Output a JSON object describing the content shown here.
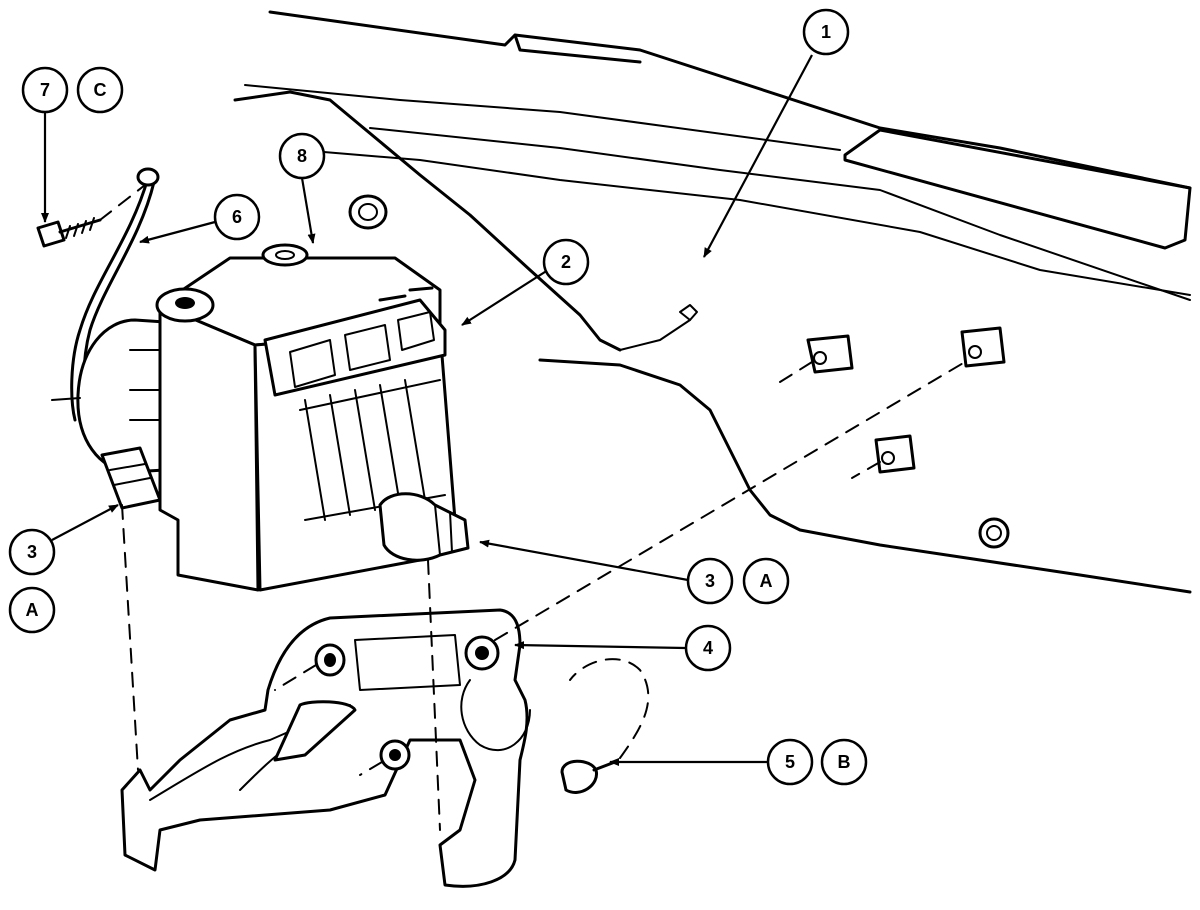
{
  "callouts": {
    "c1": "1",
    "c2": "2",
    "c3_left": "3",
    "cA_left": "A",
    "c3_right": "3",
    "cA_right": "A",
    "c4": "4",
    "c5": "5",
    "cB": "B",
    "c6": "6",
    "c7": "7",
    "cC": "C",
    "c8": "8"
  }
}
